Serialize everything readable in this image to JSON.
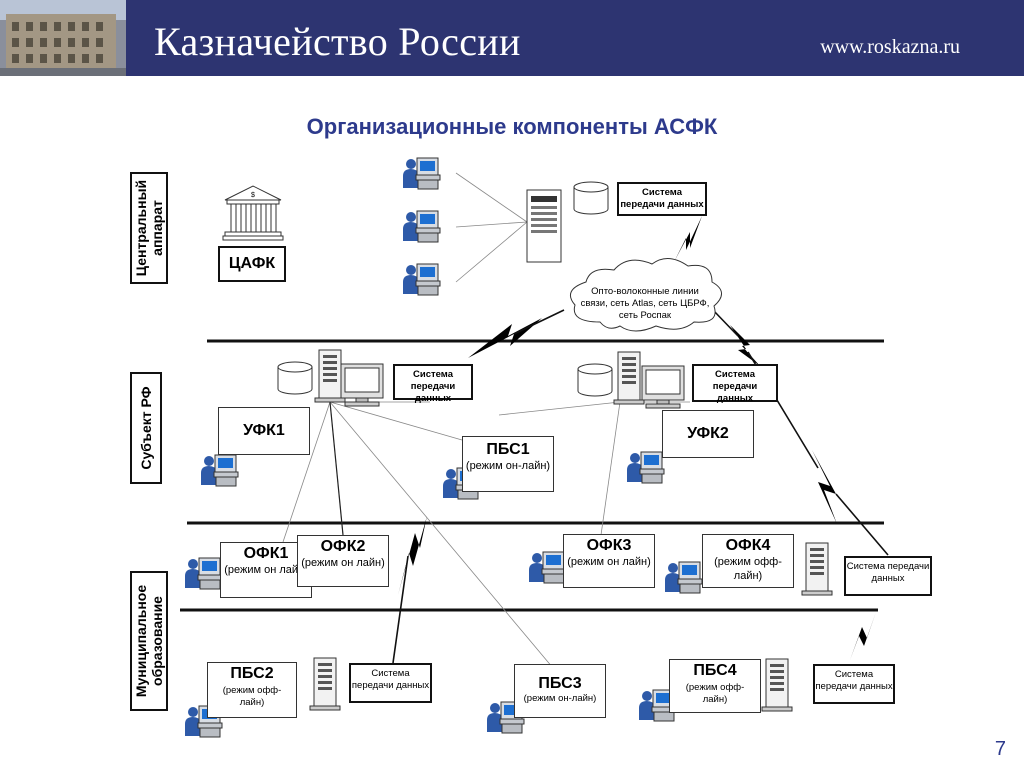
{
  "header": {
    "brand": "Казначейство России",
    "site": "www.roskazna.ru"
  },
  "title": "Организационные компоненты АСФК",
  "levels": {
    "central": "Центральный аппарат",
    "subject": "Субъект РФ",
    "municipal": "Муниципальное образование"
  },
  "nodes": {
    "cafk": "ЦАФК",
    "cloud": "Опто-волоконные линии связи, сеть Atlas, сеть ЦБРФ, сеть Роспак",
    "ufk1": "УФК1",
    "ufk2": "УФК2",
    "pbs1_name": "ПБС1",
    "pbs1_mode": "(режим он-лайн)",
    "ofk1_name": "ОФК1",
    "ofk1_mode": "(режим он лайн)",
    "ofk2_name": "ОФК2",
    "ofk2_mode": "(режим он лайн)",
    "ofk3_name": "ОФК3",
    "ofk3_mode": "(режим он лайн)",
    "ofk4_name": "ОФК4",
    "ofk4_mode": "(режим офф-лайн)",
    "pbs2_name": "ПБС2",
    "pbs2_mode": "(режим офф-лайн)",
    "pbs3_name": "ПБС3",
    "pbs3_mode": "(режим он-лайн)",
    "pbs4_name": "ПБС4",
    "pbs4_mode": "(режим офф-лайн)",
    "sys": "Система передачи данных"
  },
  "page_number": "7"
}
